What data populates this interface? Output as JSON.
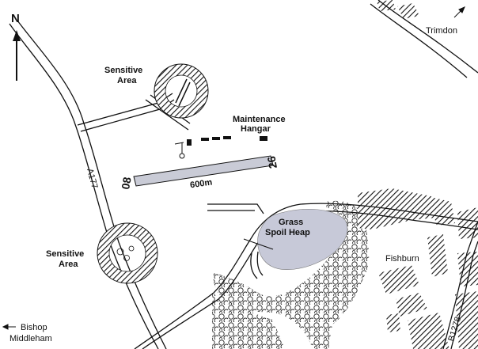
{
  "map": {
    "north_label": "N",
    "labels": {
      "sensitive_area_top_line1": "Sensitive",
      "sensitive_area_top_line2": "Area",
      "maintenance_line1": "Maintenance",
      "maintenance_line2": "Hangar",
      "runway_west_designation": "08",
      "runway_east_designation": "26",
      "runway_length": "600m",
      "road_a177": "A177",
      "grass_line1": "Grass",
      "grass_line2": "Spoil Heap",
      "sensitive_area_bottom_line1": "Sensitive",
      "sensitive_area_bottom_line2": "Area",
      "fishburn": "Fishburn",
      "road_b1278": "B1278",
      "trimdon": "Trimdon",
      "bishop_line1": "Bishop",
      "bishop_line2": "Middleham"
    },
    "colors": {
      "ink": "#111111",
      "runway_fill": "#c9cbd6",
      "spoil_heap_fill": "#c7c9d8"
    }
  }
}
